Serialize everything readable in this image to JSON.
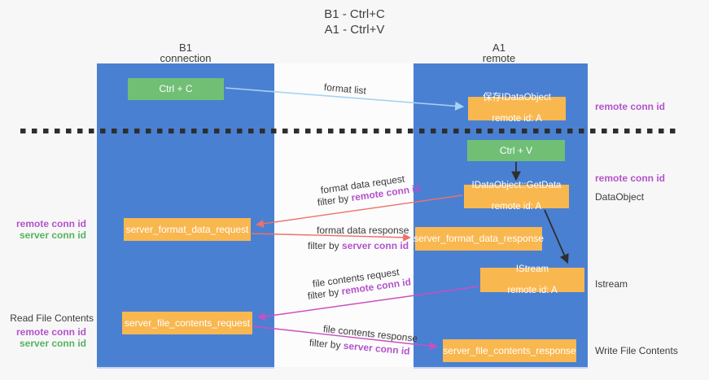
{
  "title": {
    "line1": "B1 - Ctrl+C",
    "line2": "A1 - Ctrl+V"
  },
  "columns": {
    "left": {
      "name": "B1",
      "subtitle": "connection"
    },
    "right": {
      "name": "A1",
      "subtitle": "remote"
    }
  },
  "nodes": {
    "ctrl_c": "Ctrl + C",
    "ctrl_v": "Ctrl + V",
    "save_idataobject": {
      "line1": "保存IDataObject",
      "line2": "remote id: A"
    },
    "getdata": {
      "line1": "IDataObject::GetData",
      "line2": "remote id: A"
    },
    "istream": {
      "line1": "IStream",
      "line2": "remote id: A"
    },
    "format_request": "server_format_data_request",
    "format_response": "server_format_data_response",
    "file_request": "server_file_contents_request",
    "file_response": "server_file_contents_response"
  },
  "flows": {
    "format_list": {
      "label": "format list"
    },
    "format_data_request": {
      "label": "format data request",
      "filter_prefix": "filter by ",
      "filter_key": "remote conn id"
    },
    "format_data_response": {
      "label": "format data response",
      "filter_prefix": "filter by ",
      "filter_key": "server conn id"
    },
    "file_contents_request": {
      "label": "file contents request",
      "filter_prefix": "filter by ",
      "filter_key": "remote conn id"
    },
    "file_contents_response": {
      "label": "file contents response",
      "filter_prefix": "filter by ",
      "filter_key": "server conn id"
    }
  },
  "side_notes": {
    "left_format": {
      "remote": "remote conn id",
      "server": "server conn id"
    },
    "read_file": "Read File Contents",
    "left_file": {
      "remote": "remote conn id",
      "server": "server conn id"
    },
    "right_top_remote": "remote conn id",
    "right_mid_remote": "remote conn id",
    "dataobject": "DataObject",
    "istream": "Istream",
    "write_file": "Write File Contents"
  },
  "colors": {
    "column_blue": "#4a80d2",
    "node_green": "#71bf75",
    "node_orange": "#f9b74f",
    "arrow_blue": "#a6d3ef",
    "arrow_red": "#ee7168",
    "arrow_magenta": "#cc4ec0",
    "arrow_black": "#2f2f2f",
    "text_purple": "#b353c9",
    "text_green": "#54b45e",
    "dashed_separator": "#2e2e2e"
  }
}
